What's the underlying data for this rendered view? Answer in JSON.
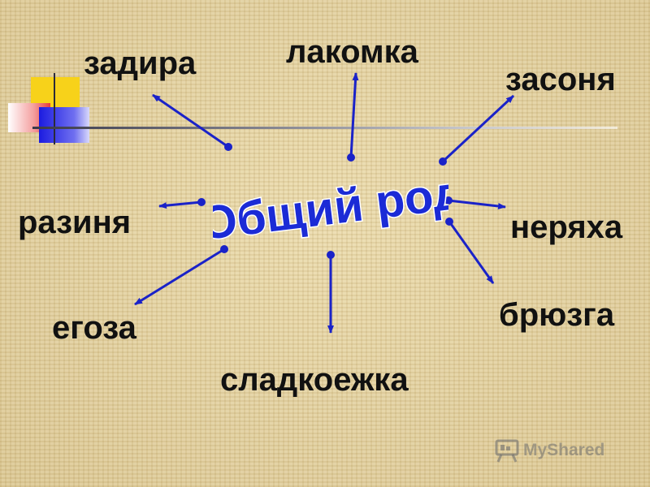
{
  "diagram": {
    "center": "Общий род",
    "words": {
      "zadira": "задира",
      "lakomka": "лакомка",
      "zasonya": "засоня",
      "razinya": "разиня",
      "neryakha": "неряха",
      "egoza": "егоза",
      "bryuzga": "брюзга",
      "sladkoezhka": "сладкоежка"
    },
    "arrow_color": "#1a22c8",
    "title_fill": "#1b2bd6"
  },
  "watermark": {
    "text": "MyShared",
    "icon": "presentation-board-icon"
  }
}
